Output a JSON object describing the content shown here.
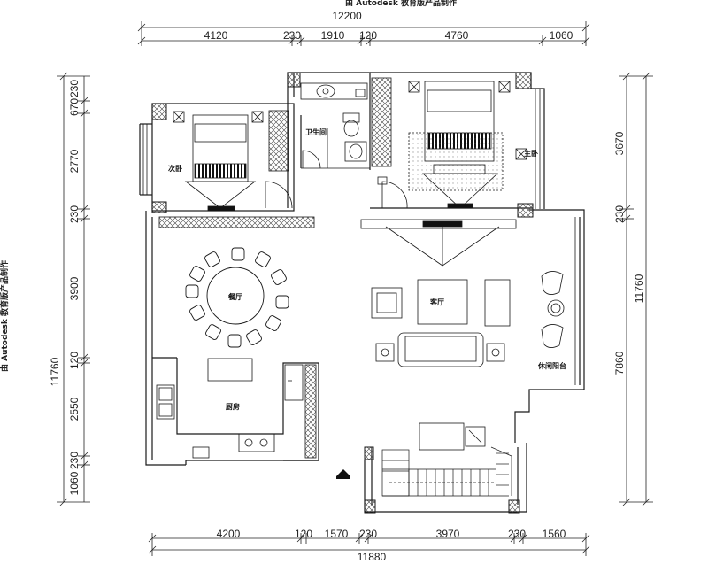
{
  "watermark": "由 Autodesk 教育版产品制作",
  "dimensions": {
    "top_total": "12200",
    "top_segments": [
      "4120",
      "230",
      "1910",
      "120",
      "4760",
      "1060"
    ],
    "bottom_total": "11880",
    "bottom_segments": [
      "4200",
      "120",
      "1570",
      "230",
      "3970",
      "230",
      "1560"
    ],
    "left_total": "11760",
    "left_segments": [
      "230",
      "670",
      "2770",
      "230",
      "3900",
      "120",
      "2550",
      "230",
      "1060"
    ],
    "right_total": "11760",
    "right_segments": [
      "3670",
      "230",
      "7860"
    ]
  },
  "rooms": {
    "secondary_bedroom": "次卧",
    "bathroom": "卫生间",
    "master_bedroom": "主卧",
    "dining_room": "餐厅",
    "living_room": "客厅",
    "kitchen": "厨房",
    "leisure_balcony": "休闲阳台"
  },
  "colors": {
    "line": "#1a1a1a",
    "hatch": "#444444",
    "bg": "#ffffff"
  }
}
